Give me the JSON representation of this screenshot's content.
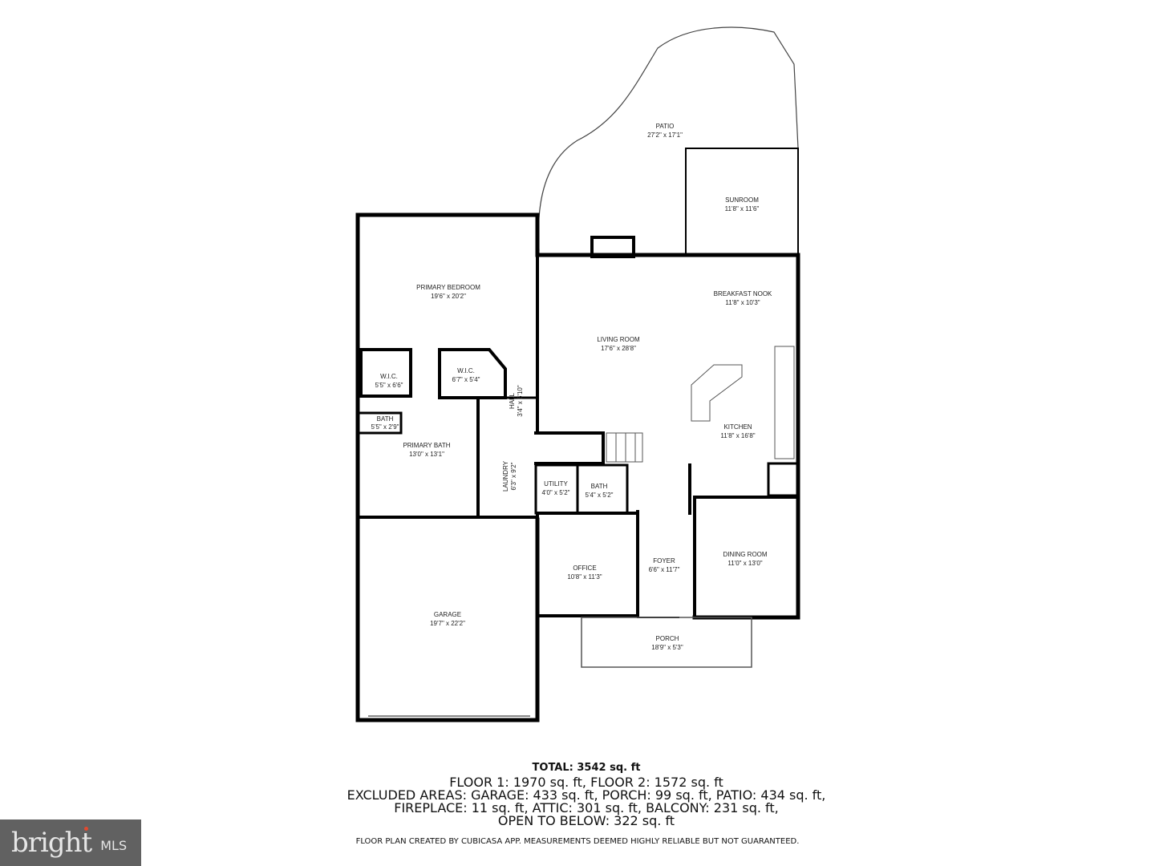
{
  "rooms": {
    "patio": {
      "name": "PATIO",
      "dims": "27'2\" x 17'1\""
    },
    "sunroom": {
      "name": "SUNROOM",
      "dims": "11'8\" x 11'6\""
    },
    "primary_bedroom": {
      "name": "PRIMARY BEDROOM",
      "dims": "19'6\" x 20'2\""
    },
    "breakfast_nook": {
      "name": "BREAKFAST NOOK",
      "dims": "11'8\" x 10'3\""
    },
    "living_room": {
      "name": "LIVING ROOM",
      "dims": "17'6\" x 28'8\""
    },
    "wic_1": {
      "name": "W.I.C.",
      "dims": "5'5\" x 6'6\""
    },
    "wic_2": {
      "name": "W.I.C.",
      "dims": "6'7\" x 5'4\""
    },
    "hall": {
      "name": "HALL",
      "dims": "3'4\" x 6'10\""
    },
    "bath_1": {
      "name": "BATH",
      "dims": "5'5\" x 2'9\""
    },
    "primary_bath": {
      "name": "PRIMARY BATH",
      "dims": "13'0\" x 13'1\""
    },
    "kitchen": {
      "name": "KITCHEN",
      "dims": "11'8\" x 16'8\""
    },
    "laundry": {
      "name": "LAUNDRY",
      "dims": "6'3\" x 9'2\""
    },
    "utility": {
      "name": "UTILITY",
      "dims": "4'0\" x 5'2\""
    },
    "bath_2": {
      "name": "BATH",
      "dims": "5'4\" x 5'2\""
    },
    "office": {
      "name": "OFFICE",
      "dims": "10'8\" x 11'3\""
    },
    "foyer": {
      "name": "FOYER",
      "dims": "6'6\" x 11'7\""
    },
    "dining_room": {
      "name": "DINING ROOM",
      "dims": "11'0\" x 13'0\""
    },
    "garage": {
      "name": "GARAGE",
      "dims": "19'7\" x 22'2\""
    },
    "porch": {
      "name": "PORCH",
      "dims": "18'9\" x 5'3\""
    }
  },
  "summary": {
    "total": "TOTAL: 3542 sq. ft",
    "floors": "FLOOR 1: 1970 sq. ft, FLOOR 2: 1572 sq. ft",
    "excluded_1": "EXCLUDED AREAS: GARAGE: 433 sq. ft, PORCH: 99 sq. ft, PATIO: 434 sq. ft,",
    "excluded_2": "FIREPLACE: 11 sq. ft, ATTIC: 301 sq. ft, BALCONY: 231 sq. ft,",
    "excluded_3": "OPEN TO BELOW: 322 sq. ft"
  },
  "disclaimer": "FLOOR PLAN CREATED BY CUBICASA APP. MEASUREMENTS DEEMED HIGHLY RELIABLE BUT NOT GUARANTEED.",
  "logo": {
    "brand": "bright",
    "suffix": "MLS"
  }
}
